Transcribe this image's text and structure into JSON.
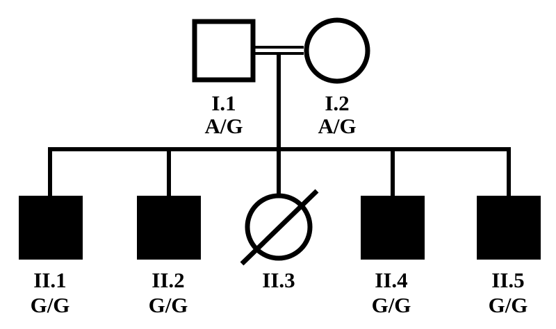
{
  "diagram": {
    "type": "pedigree",
    "colors": {
      "line": "#000000",
      "affected_fill": "#000000",
      "unaffected_fill": "#ffffff",
      "background": "#ffffff"
    },
    "generation_1": [
      {
        "id": "I.1",
        "genotype": "A/G",
        "sex": "male",
        "affected": false,
        "deceased": false
      },
      {
        "id": "I.2",
        "genotype": "A/G",
        "sex": "female",
        "affected": false,
        "deceased": false
      }
    ],
    "parents_relationship": "consanguineous",
    "generation_2": [
      {
        "id": "II.1",
        "genotype": "G/G",
        "sex": "male",
        "affected": true,
        "deceased": false
      },
      {
        "id": "II.2",
        "genotype": "G/G",
        "sex": "male",
        "affected": true,
        "deceased": false
      },
      {
        "id": "II.3",
        "genotype": "",
        "sex": "female",
        "affected": false,
        "deceased": true
      },
      {
        "id": "II.4",
        "genotype": "G/G",
        "sex": "male",
        "affected": true,
        "deceased": false
      },
      {
        "id": "II.5",
        "genotype": "G/G",
        "sex": "male",
        "affected": true,
        "deceased": false
      }
    ]
  }
}
